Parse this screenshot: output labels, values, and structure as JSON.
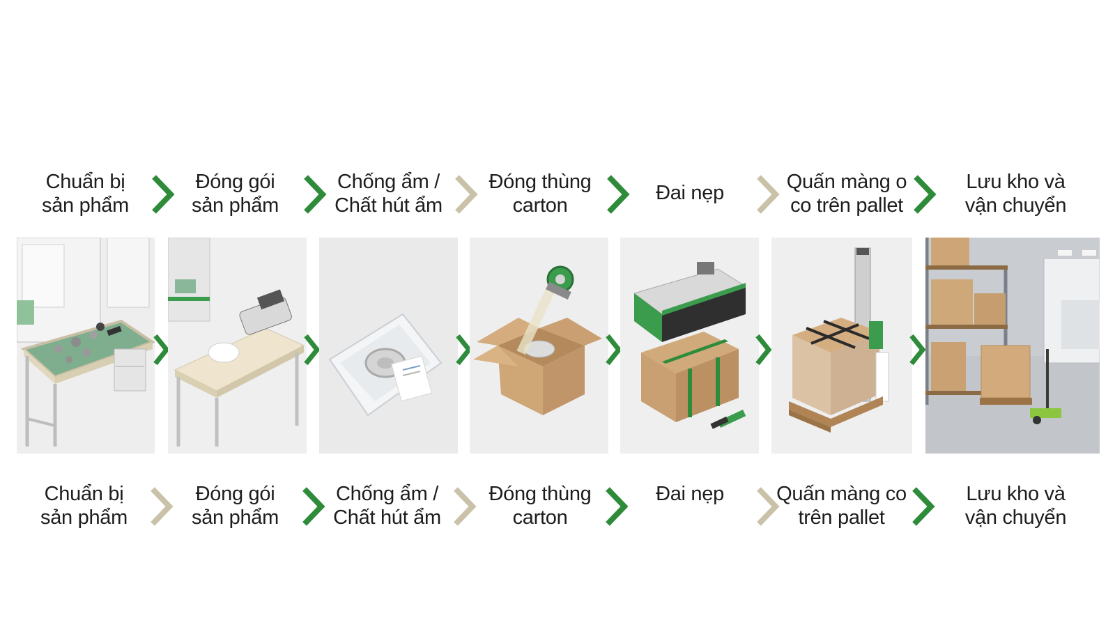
{
  "colors": {
    "green": "#2e8b3a",
    "beige": "#c9c2a9",
    "text": "#1d1d1d",
    "panel_bg": "#ececec",
    "cardboard": "#c9a273",
    "machine_green": "#3a9c4c"
  },
  "top_labels": [
    {
      "l1": "Chuẩn bị",
      "l2": "sản phẩm"
    },
    {
      "l1": "Đóng gói",
      "l2": "sản phẩm"
    },
    {
      "l1": "Chống ẩm /",
      "l2": "Chất hút ẩm"
    },
    {
      "l1": "Đóng thùng",
      "l2": "carton"
    },
    {
      "l1": "Đai nẹp",
      "l2": ""
    },
    {
      "l1": "Quấn màng o",
      "l2": "co trên pallet"
    },
    {
      "l1": "Lưu kho và",
      "l2": "vận chuyển"
    }
  ],
  "bottom_labels": [
    {
      "l1": "Chuẩn bị",
      "l2": "sản phẩm"
    },
    {
      "l1": "Đóng gói",
      "l2": "sản phẩm"
    },
    {
      "l1": "Chống ẩm /",
      "l2": "Chất hút ẩm"
    },
    {
      "l1": "Đóng thùng",
      "l2": "carton"
    },
    {
      "l1": "Đai nẹp",
      "l2": ""
    },
    {
      "l1": "Quấn màng co",
      "l2": "trên pallet"
    },
    {
      "l1": "Lưu kho và",
      "l2": "vận chuyển"
    }
  ],
  "top_chevron_colors": [
    "green",
    "green",
    "beige",
    "green",
    "beige",
    "green"
  ],
  "bottom_chevron_colors": [
    "beige",
    "green",
    "beige",
    "green",
    "beige",
    "green"
  ],
  "icons": [
    "workbench-illustration",
    "heat-sealer-table-illustration",
    "desiccant-bag-illustration",
    "carton-tape-dispenser-illustration",
    "strapping-machine-illustration",
    "pallet-stretch-wrap-illustration",
    "warehouse-pallet-jack-illustration"
  ]
}
